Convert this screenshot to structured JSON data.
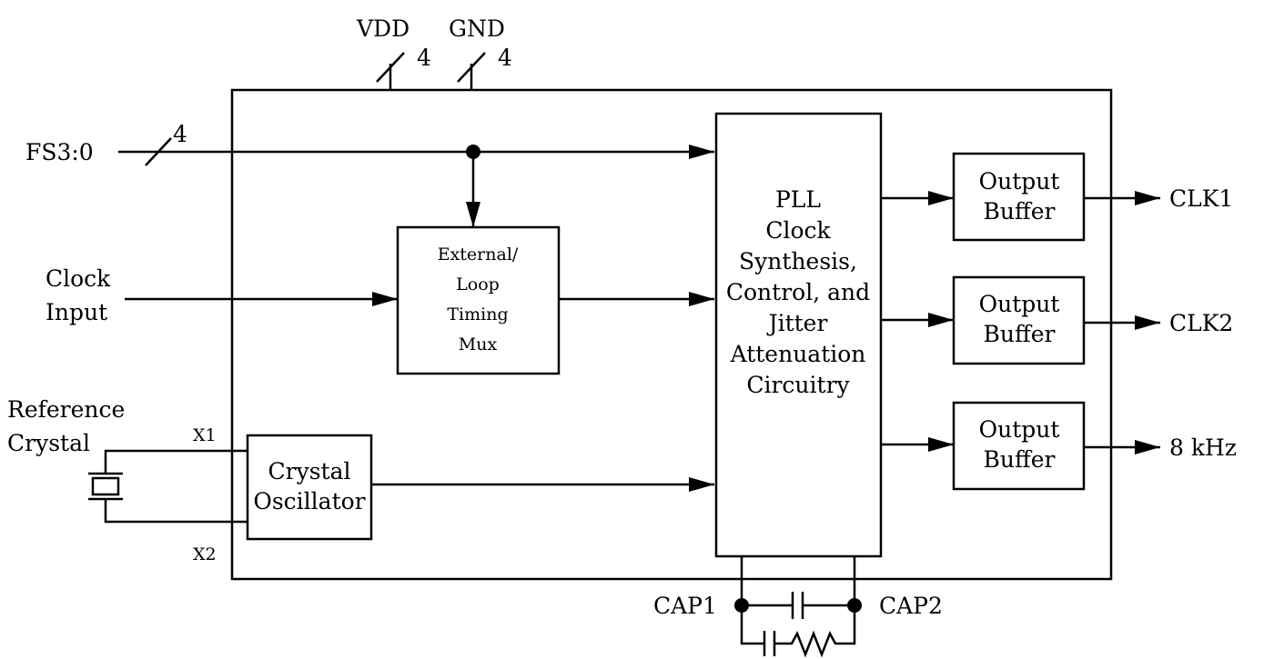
{
  "power": {
    "vdd": "VDD",
    "gnd": "GND",
    "vdd_count": "4",
    "gnd_count": "4"
  },
  "inputs": {
    "fs": "FS3:0",
    "fs_count": "4",
    "clock_input": [
      "Clock",
      "Input"
    ],
    "reference_crystal": [
      "Reference",
      "Crystal"
    ],
    "x1": "X1",
    "x2": "X2"
  },
  "blocks": {
    "mux": [
      "External/",
      "Loop",
      "Timing",
      "Mux"
    ],
    "crystal_oscillator": [
      "Crystal",
      "Oscillator"
    ],
    "pll": [
      "PLL",
      "Clock",
      "Synthesis,",
      "Control, and",
      "Jitter",
      "Attenuation",
      "Circuitry"
    ],
    "output_buffers": [
      [
        "Output",
        "Buffer"
      ],
      [
        "Output",
        "Buffer"
      ],
      [
        "Output",
        "Buffer"
      ]
    ]
  },
  "outputs": [
    "CLK1",
    "CLK2",
    "8 kHz"
  ],
  "caps": {
    "cap1": "CAP1",
    "cap2": "CAP2"
  }
}
